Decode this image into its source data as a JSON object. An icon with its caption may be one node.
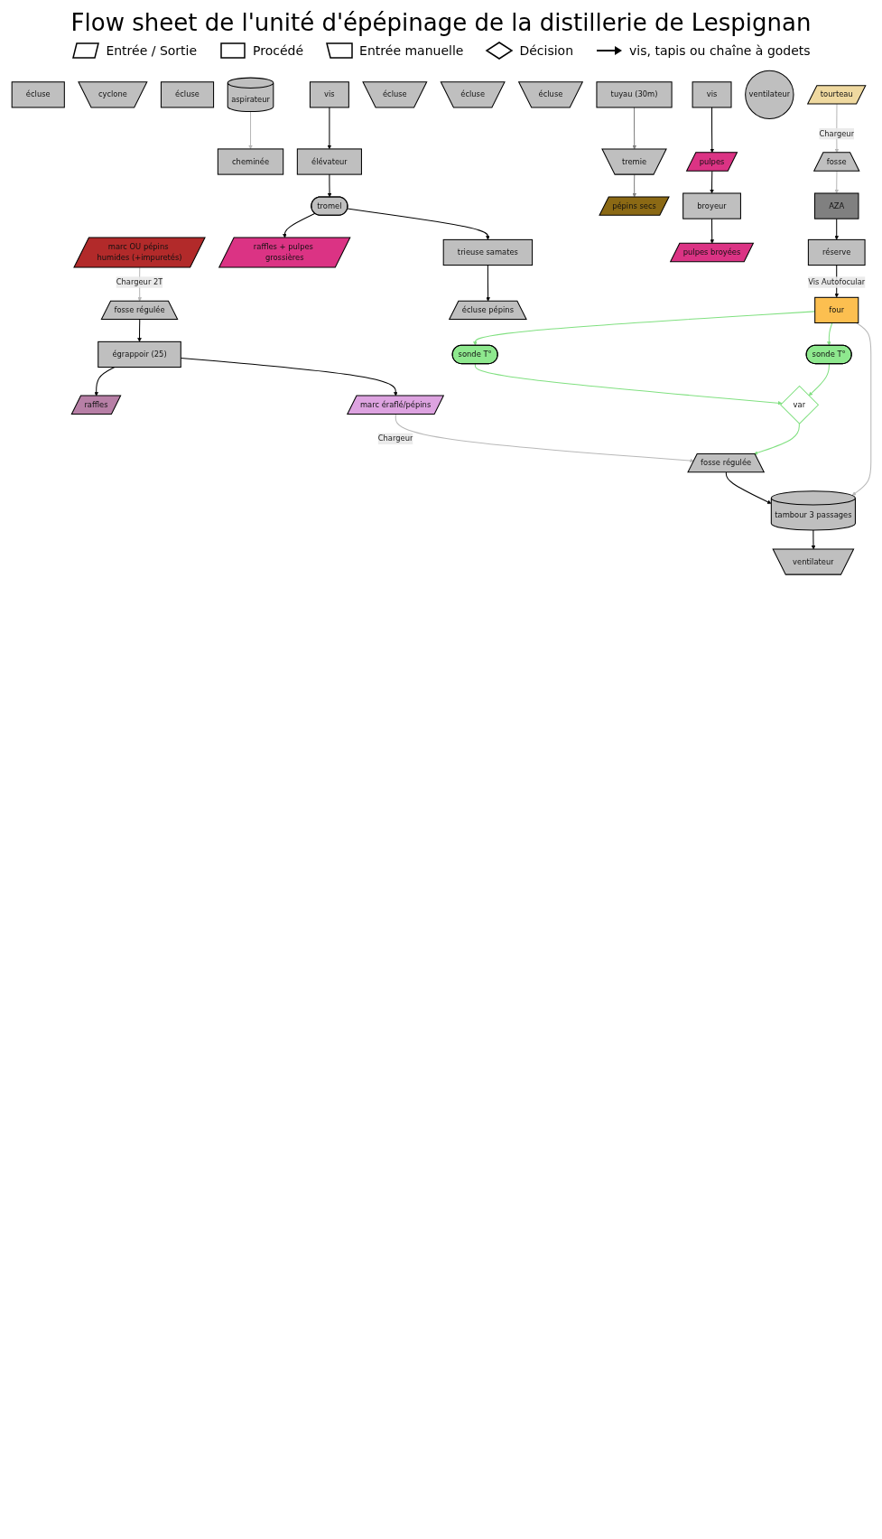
{
  "diagram": {
    "title": "Flow sheet de l'unité d'épépinage de la distillerie de Lespignan",
    "nodes": [
      {
        "text": [
          "marc OU pépins humides (+impuretés)"
        ]
      },
      {
        "text": [
          "fosse régulée"
        ]
      },
      {
        "text": [
          "égrappoir (25)"
        ]
      },
      {
        "text": [
          "raffles"
        ]
      },
      {
        "text": [
          "marc éraflé/pépins"
        ]
      },
      {
        "text": [
          "fosse régulée"
        ]
      },
      {
        "text": [
          "tambour 3 passages"
        ]
      },
      {
        "text": [
          "ventilateur"
        ]
      },
      {
        "text": [
          "écluse"
        ]
      },
      {
        "text": [
          "cyclone"
        ]
      },
      {
        "text": [
          "écluse"
        ]
      },
      {
        "text": [
          "aspirateur"
        ]
      },
      {
        "text": [
          "cheminée"
        ]
      },
      {
        "text": [
          "vis"
        ]
      },
      {
        "text": [
          "élévateur"
        ]
      },
      {
        "text": [
          "tromel"
        ]
      },
      {
        "text": [
          "écluse"
        ]
      },
      {
        "text": [
          "écluse"
        ]
      },
      {
        "text": [
          "raffles + pulpes grossières"
        ]
      },
      {
        "text": [
          "trieuse samates"
        ]
      },
      {
        "text": [
          "écluse"
        ]
      },
      {
        "text": [
          "vis"
        ]
      },
      {
        "text": [
          "écluse pépins"
        ]
      },
      {
        "text": [
          "tuyau (30m)"
        ]
      },
      {
        "text": [
          "ventilateur"
        ]
      },
      {
        "text": [
          "tremie"
        ]
      },
      {
        "text": [
          "pépins secs"
        ]
      },
      {
        "text": [
          "pulpes"
        ]
      },
      {
        "text": [
          "broyeur"
        ]
      },
      {
        "text": [
          "pulpes broyées"
        ]
      },
      {
        "text": [
          "tourteau"
        ]
      },
      {
        "text": [
          "fosse"
        ]
      },
      {
        "text": [
          "AZA"
        ]
      },
      {
        "text": [
          "réserve"
        ]
      },
      {
        "text": [
          "four"
        ]
      },
      {
        "text": [
          "sonde T°"
        ]
      },
      {
        "text": [
          "sonde T°"
        ]
      },
      {
        "text": [
          "var"
        ]
      }
    ],
    "edges": [
      {
        "from": 0,
        "to": 1,
        "arrow": "to",
        "label": "Chargeur 2T",
        "color": "#b8b8b8"
      },
      {
        "from": 1,
        "to": 2,
        "arrow": "to"
      },
      {
        "from": 2,
        "to": 3,
        "arrow": "to"
      },
      {
        "from": 2,
        "to": 4,
        "arrow": "to"
      },
      {
        "from": 4,
        "to": 5,
        "arrow": "to",
        "label": "Chargeur",
        "color": "#b8b8b8"
      },
      {
        "from": 5,
        "to": 6,
        "arrow": "to"
      },
      {
        "from": 6,
        "to": 7,
        "arrow": "to"
      },
      {
        "from": 11,
        "to": 12,
        "arrow": "to",
        "color": "#b8b8b8"
      },
      {
        "from": 13,
        "to": 14,
        "arrow": "to"
      },
      {
        "from": 14,
        "to": 15,
        "arrow": "to"
      },
      {
        "from": 15,
        "to": 18,
        "arrow": "to"
      },
      {
        "from": 15,
        "to": 19,
        "arrow": "to"
      },
      {
        "from": 19,
        "to": 22,
        "arrow": "to"
      },
      {
        "from": 23,
        "to": 25,
        "arrow": "to",
        "color": "#808080"
      },
      {
        "from": 25,
        "to": 26,
        "arrow": "to",
        "color": "#808080"
      },
      {
        "from": 21,
        "to": 27,
        "arrow": "to"
      },
      {
        "from": 27,
        "to": 28,
        "arrow": "to"
      },
      {
        "from": 28,
        "to": 29,
        "arrow": "to"
      },
      {
        "from": 30,
        "to": 31,
        "arrow": "to",
        "label": "Chargeur",
        "color": "#b8b8b8"
      },
      {
        "from": 31,
        "to": 32,
        "arrow": "to",
        "color": "#b8b8b8"
      },
      {
        "from": 32,
        "to": 33,
        "arrow": "to"
      },
      {
        "from": 33,
        "to": 34,
        "arrow": "to",
        "label": "Vis Autofocular"
      },
      {
        "from": 34,
        "to": 6,
        "arrow": "to",
        "color": "#b8b8b8"
      },
      {
        "from": 34,
        "to": 35,
        "arrow": "to",
        "color": "#80e080"
      },
      {
        "from": 34,
        "to": 36,
        "arrow": "to",
        "color": "#80e080"
      },
      {
        "from": 35,
        "to": 37,
        "arrow": "to",
        "color": "#80e080"
      },
      {
        "from": 36,
        "to": 37,
        "arrow": "to",
        "color": "#80e080"
      },
      {
        "from": 37,
        "to": 5,
        "arrow": "to",
        "color": "#80e080"
      }
    ],
    "legend": [
      {
        "text": "Entrée / Sortie"
      },
      {
        "text": "Procédé"
      },
      {
        "text": "Entrée manuelle"
      },
      {
        "text": "Décision"
      },
      {
        "text": "vis, tapis ou chaîne à godets"
      }
    ]
  }
}
